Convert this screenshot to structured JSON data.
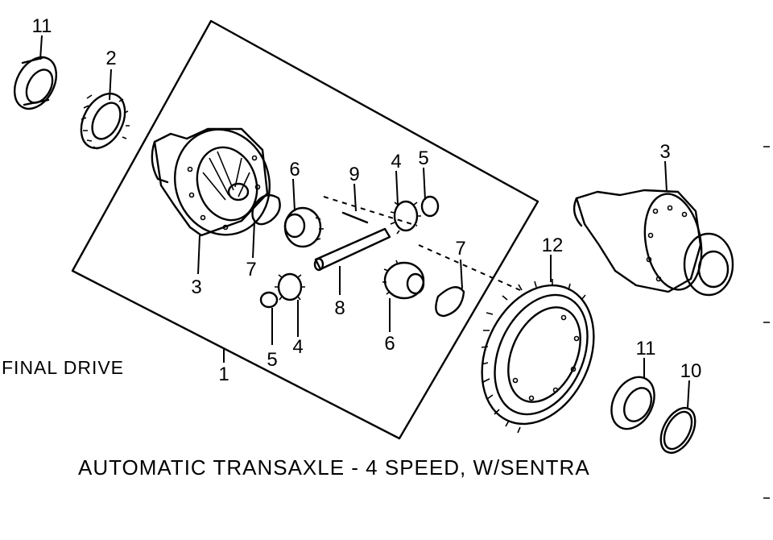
{
  "section_label": "FINAL DRIVE",
  "title": "AUTOMATIC TRANSAXLE - 4 SPEED, W/SENTRA",
  "callouts": {
    "c11_top": "11",
    "c2": "2",
    "c3_case": "3",
    "c7_left": "7",
    "c6_top": "6",
    "c9": "9",
    "c4_top": "4",
    "c5_top": "5",
    "c7_right": "7",
    "c5_bottom": "5",
    "c4_bottom": "4",
    "c8": "8",
    "c6_bottom": "6",
    "c1": "1",
    "c12": "12",
    "c3_right": "3",
    "c11_right": "11",
    "c10": "10"
  }
}
